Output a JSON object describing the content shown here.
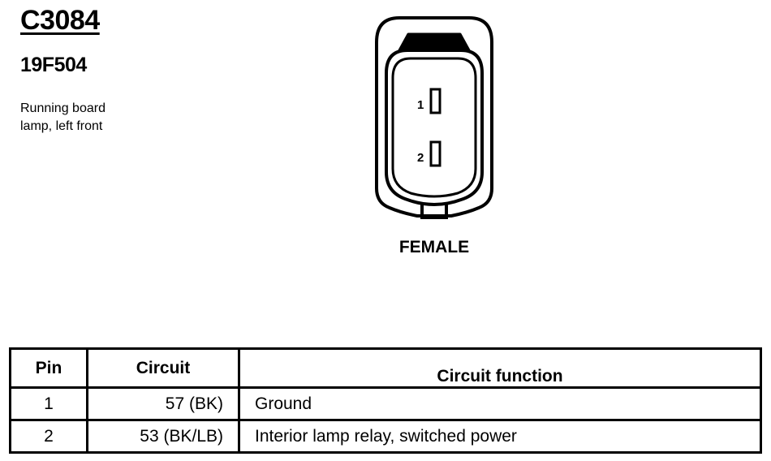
{
  "connector": {
    "id": "C3084",
    "part_number": "19F504",
    "description_line1": "Running board",
    "description_line2": "lamp, left front",
    "gender": "FEMALE",
    "pins": [
      {
        "label": "1"
      },
      {
        "label": "2"
      }
    ]
  },
  "table": {
    "headers": {
      "pin": "Pin",
      "circuit": "Circuit",
      "function": "Circuit function"
    },
    "rows": [
      {
        "pin": "1",
        "circuit": "57 (BK)",
        "function": "Ground"
      },
      {
        "pin": "2",
        "circuit": "53 (BK/LB)",
        "function": "Interior lamp relay, switched power"
      }
    ]
  }
}
